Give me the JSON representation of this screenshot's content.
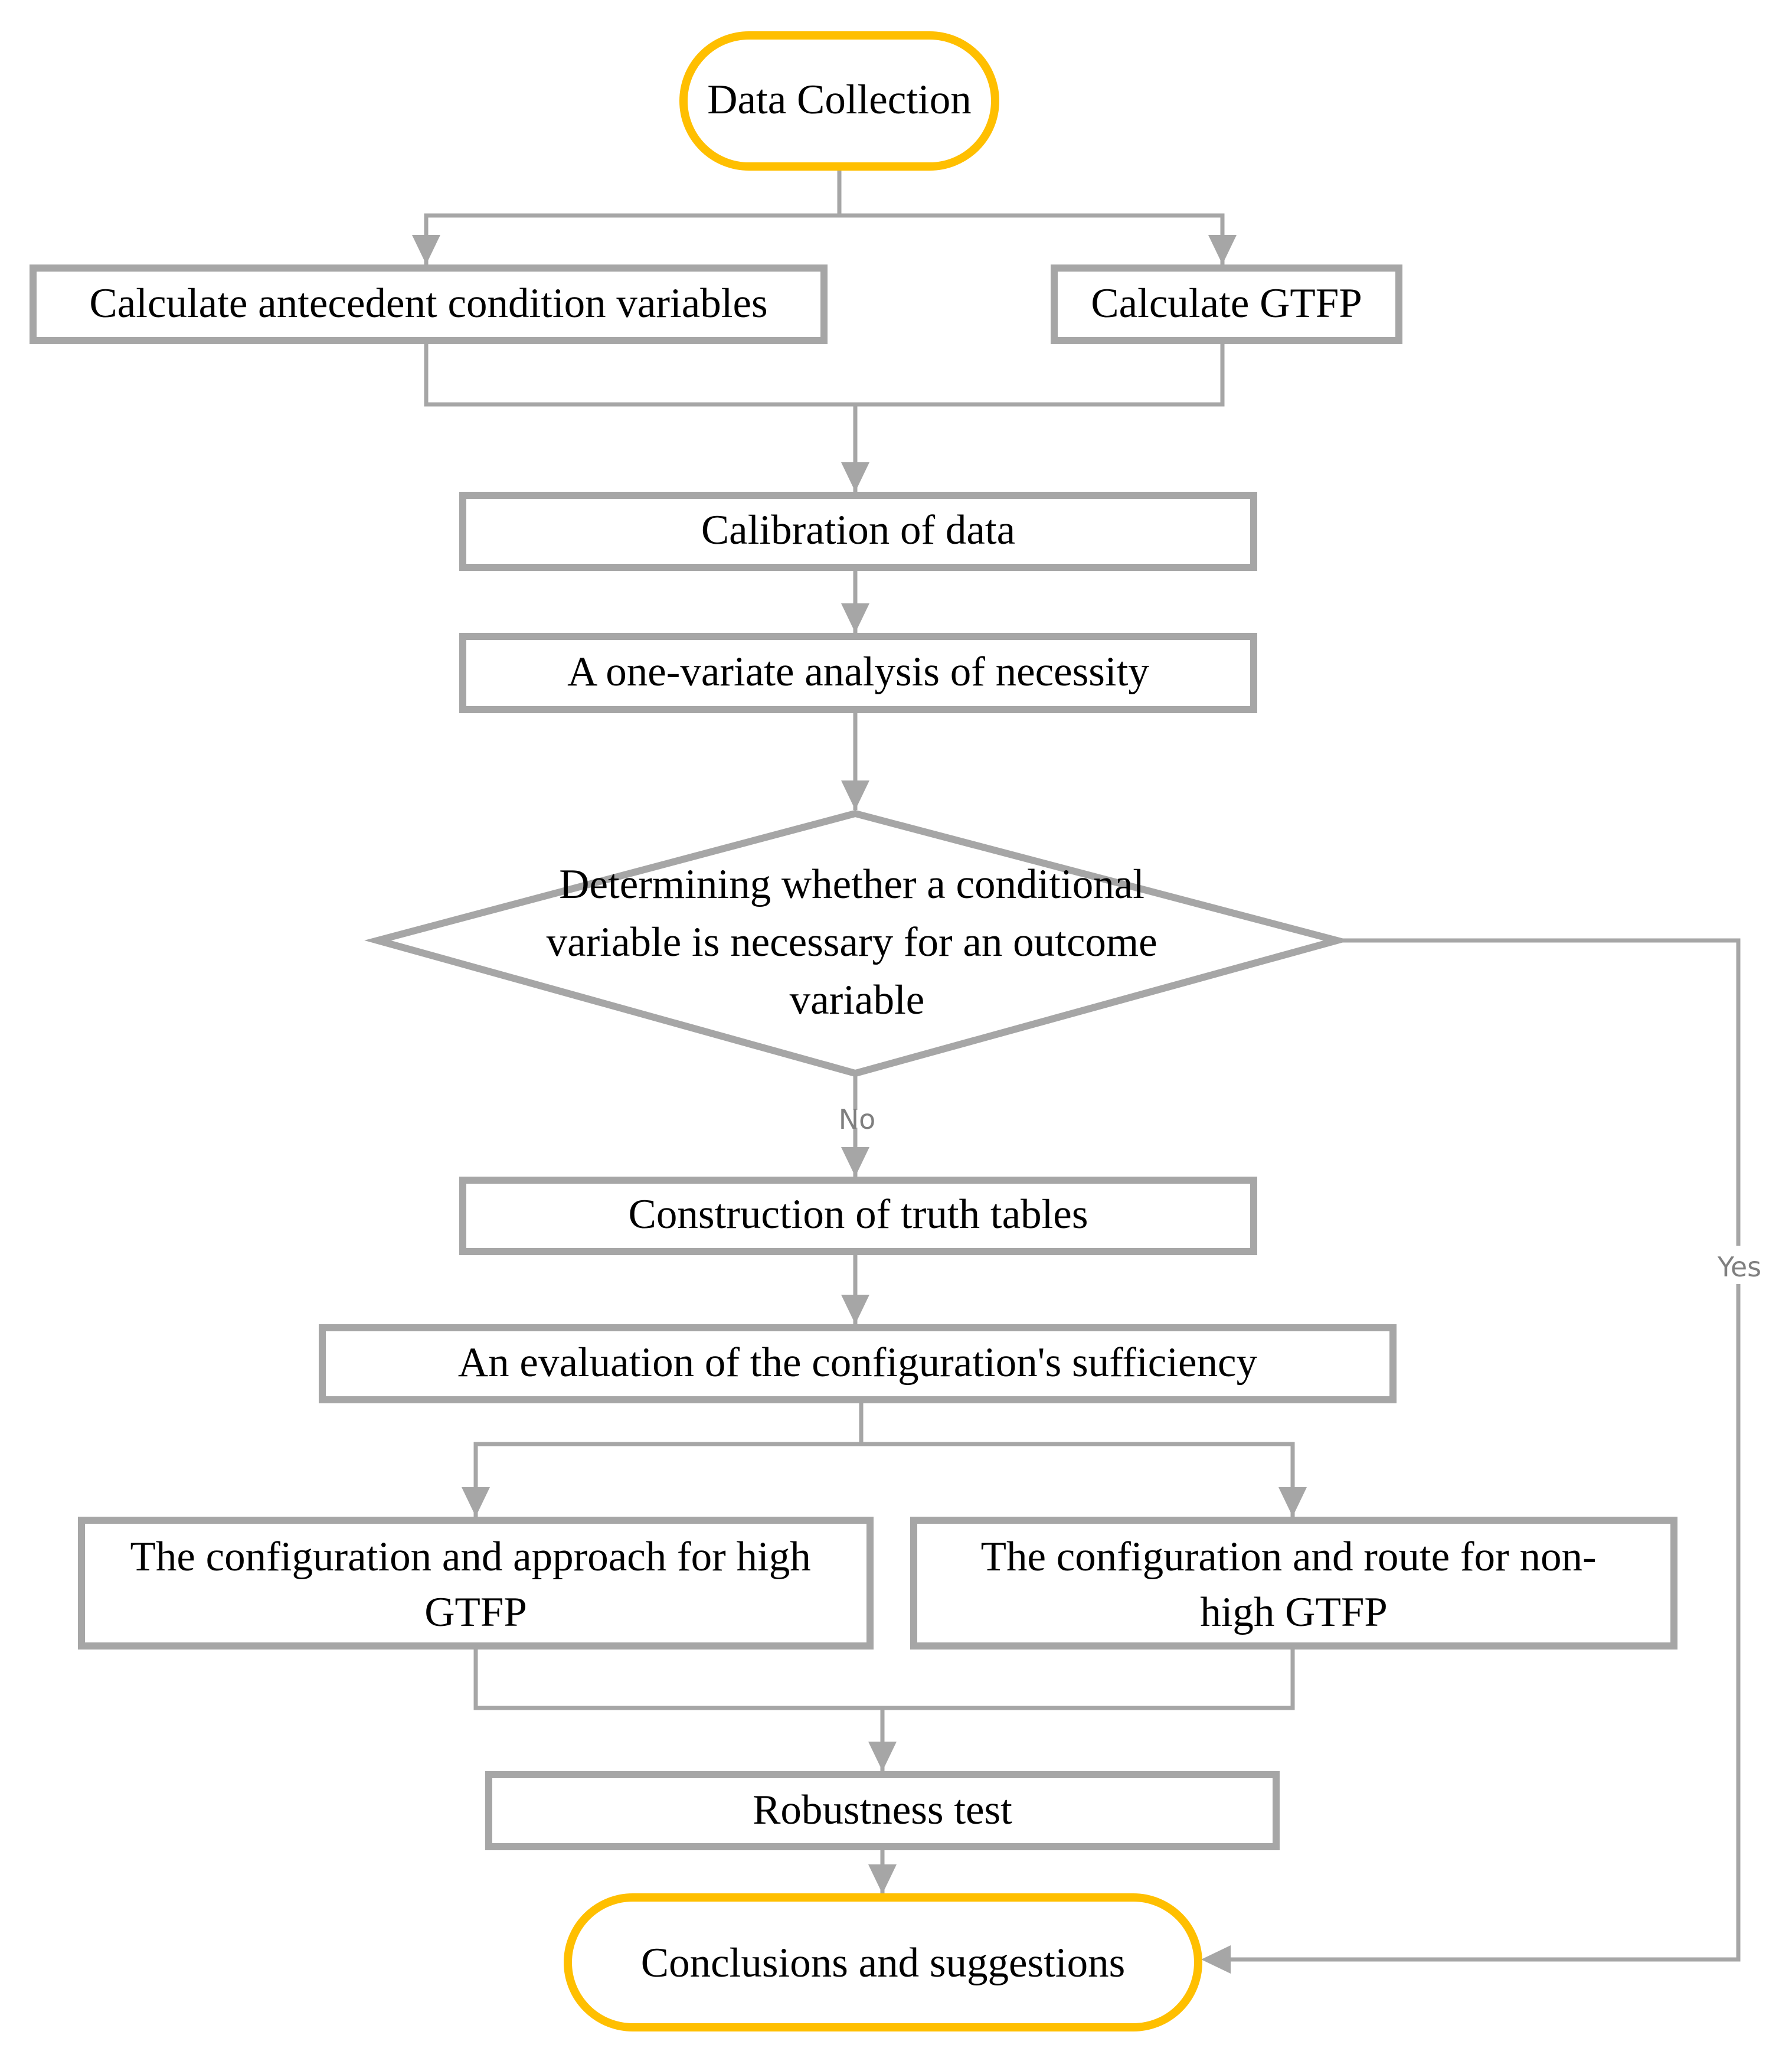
{
  "colors": {
    "terminal_stroke": "#FFBF00",
    "box_stroke": "#A6A6A6",
    "connector": "#A6A6A6",
    "text": "#000000",
    "edge_label": "#7F7F7F"
  },
  "nodes": {
    "data_collection": {
      "lines": [
        "Data Collection"
      ]
    },
    "calc_antecedent": {
      "lines": [
        "Calculate antecedent condition variables"
      ]
    },
    "calc_gtfp": {
      "lines": [
        "Calculate GTFP"
      ]
    },
    "calibration": {
      "lines": [
        "Calibration of data"
      ]
    },
    "necessity": {
      "lines": [
        "A one-variate analysis of necessity"
      ]
    },
    "decision": {
      "lines": [
        "Determining whether a conditional",
        "variable is necessary for an outcome",
        "variable"
      ]
    },
    "truth_tables": {
      "lines": [
        "Construction of truth tables"
      ]
    },
    "sufficiency": {
      "lines": [
        "An evaluation of the configuration's sufficiency"
      ]
    },
    "high_gtfp": {
      "lines": [
        "The configuration and approach for high",
        "GTFP"
      ]
    },
    "non_high_gtfp": {
      "lines": [
        "The configuration and route for non-",
        "high GTFP"
      ]
    },
    "robustness": {
      "lines": [
        "Robustness test"
      ]
    },
    "conclusions": {
      "lines": [
        "Conclusions and suggestions"
      ]
    }
  },
  "edge_labels": {
    "no": "No",
    "yes": "Yes"
  }
}
